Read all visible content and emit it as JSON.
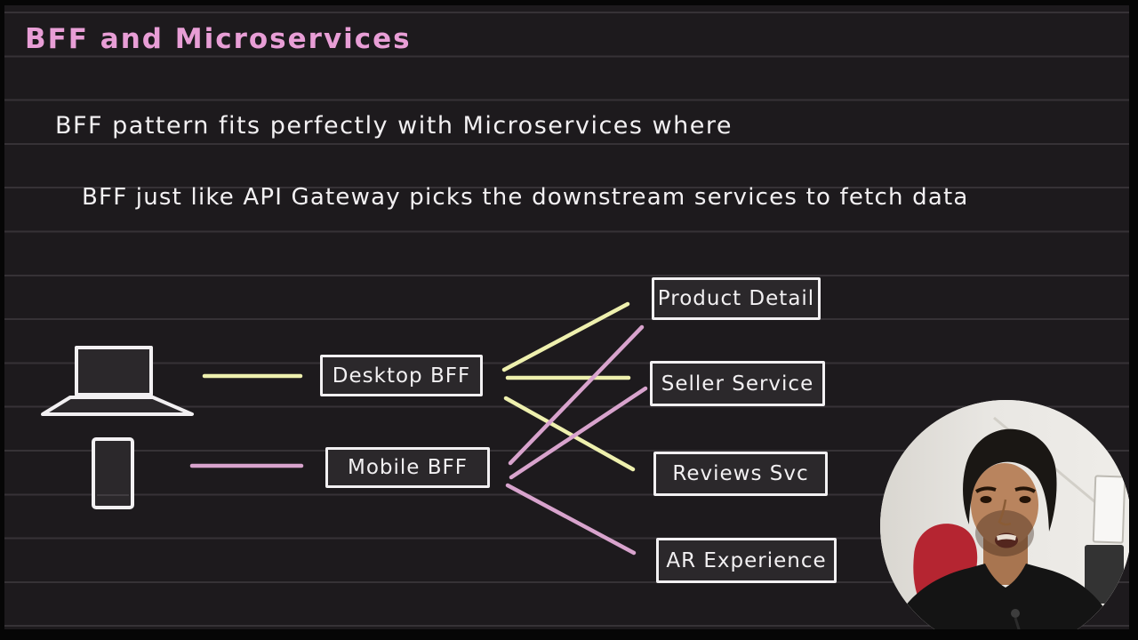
{
  "title": "BFF and Microservices",
  "notes": [
    "BFF pattern fits perfectly with Microservices where",
    "BFF just like API Gateway picks the downstream services to fetch data"
  ],
  "diagram": {
    "clients": [
      {
        "id": "laptop",
        "icon": "laptop-icon"
      },
      {
        "id": "phone",
        "icon": "smartphone-icon"
      }
    ],
    "bff_nodes": [
      {
        "label": "Desktop BFF"
      },
      {
        "label": "Mobile BFF"
      }
    ],
    "service_nodes": [
      {
        "label": "Product Detail"
      },
      {
        "label": "Seller Service"
      },
      {
        "label": "Reviews Svc"
      },
      {
        "label": "AR Experience"
      }
    ],
    "connections": [
      {
        "from": "laptop",
        "to": "Desktop BFF",
        "color": "yellow"
      },
      {
        "from": "Desktop BFF",
        "to": "Product Detail",
        "color": "yellow"
      },
      {
        "from": "Desktop BFF",
        "to": "Seller Service",
        "color": "yellow"
      },
      {
        "from": "Desktop BFF",
        "to": "Reviews Svc",
        "color": "yellow"
      },
      {
        "from": "phone",
        "to": "Mobile BFF",
        "color": "pink"
      },
      {
        "from": "Mobile BFF",
        "to": "Product Detail",
        "color": "pink"
      },
      {
        "from": "Mobile BFF",
        "to": "Seller Service",
        "color": "pink"
      },
      {
        "from": "Mobile BFF",
        "to": "AR Experience",
        "color": "pink"
      }
    ]
  },
  "colors": {
    "bg": "#1d1a1d",
    "frame": "#060606",
    "rule": "#363236",
    "title_pink": "#e89ed6",
    "ink": "#f2f0f2",
    "yellow": "#eef0ae",
    "pink": "#d8a3cd",
    "box_fill": "#2b282b",
    "box_border": "#f2f0f2"
  }
}
